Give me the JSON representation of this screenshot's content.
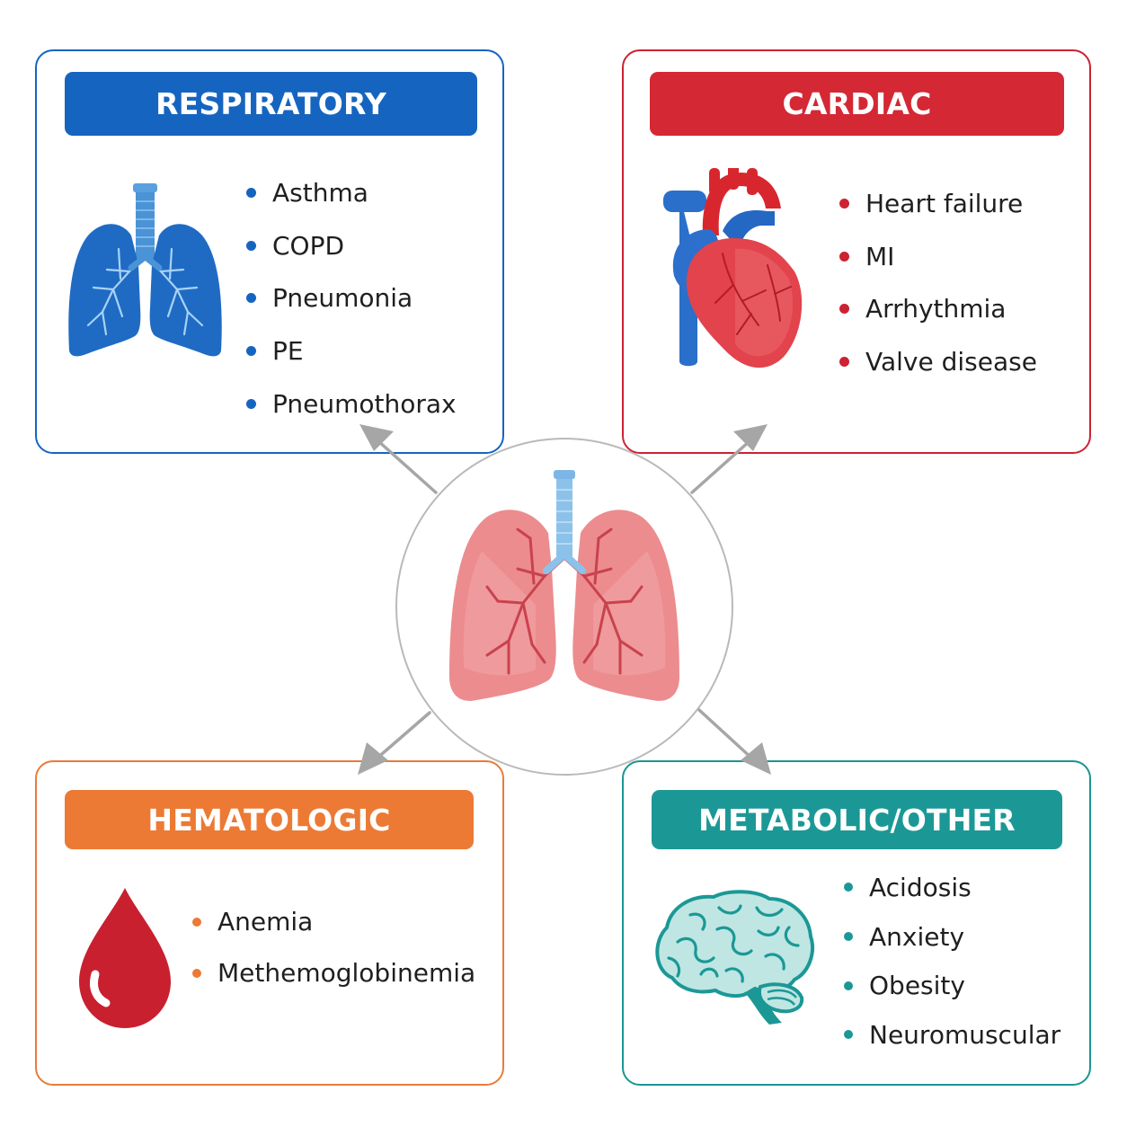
{
  "center": {
    "icon": "lungs-pink-icon"
  },
  "panels": {
    "respiratory": {
      "title": "RESPIRATORY",
      "color": "#1565c0",
      "icon": "lungs-blue-icon",
      "items": [
        "Asthma",
        "COPD",
        "Pneumonia",
        "PE",
        "Pneumothorax"
      ]
    },
    "cardiac": {
      "title": "CARDIAC",
      "color": "#d42834",
      "icon": "heart-icon",
      "items": [
        "Heart failure",
        "MI",
        "Arrhythmia",
        "Valve disease"
      ]
    },
    "hematologic": {
      "title": "HEMATOLOGIC",
      "color": "#ec7a34",
      "icon": "blood-drop-icon",
      "items": [
        "Anemia",
        "Methemoglobinemia"
      ]
    },
    "metabolic": {
      "title": "METABOLIC/OTHER",
      "color": "#1b9896",
      "icon": "brain-icon",
      "items": [
        "Acidosis",
        "Anxiety",
        "Obesity",
        "Neuromuscular"
      ]
    }
  },
  "arrows": {
    "color": "#a6a6a6"
  }
}
